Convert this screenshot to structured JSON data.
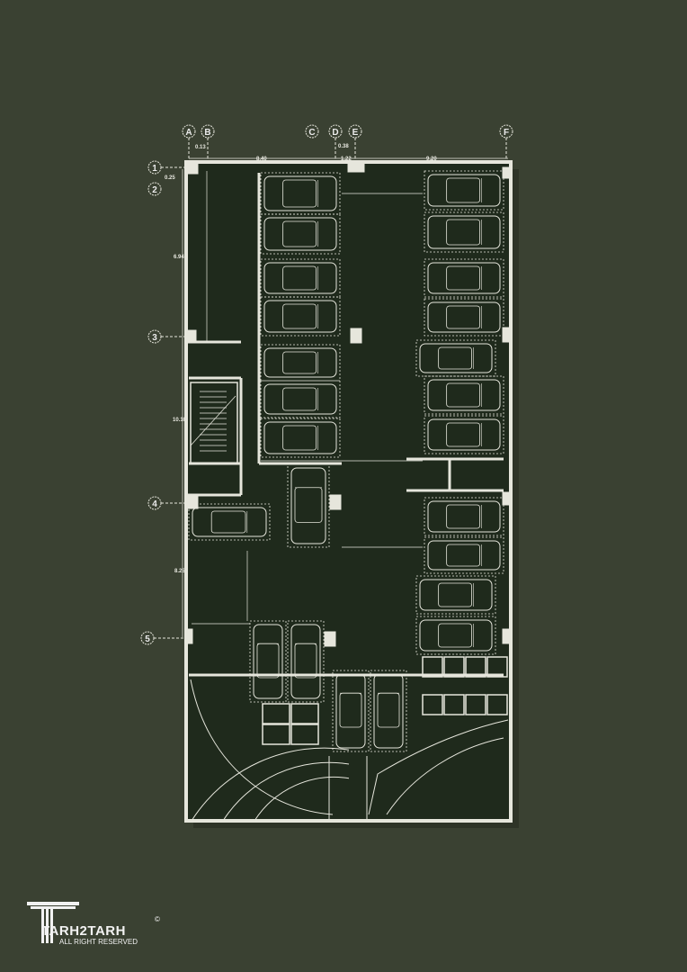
{
  "plan": {
    "grid_columns": [
      "A",
      "B",
      "C",
      "D",
      "E",
      "F"
    ],
    "grid_rows": [
      "1",
      "2",
      "3",
      "4",
      "5"
    ],
    "top_dimensions": {
      "a_b": "0.13",
      "b_c": "8.40",
      "c_d": "0.38",
      "d_e": "1.22",
      "e_f": "9.20"
    },
    "left_dimensions": {
      "r1_r2": "0.25",
      "r2_r3": "6.94",
      "r3_r4": "10.10",
      "r4_r5": "8.25"
    }
  },
  "logo": {
    "brand": "TARH2TARH",
    "tagline": "ALL RIGHT RESERVED",
    "copyright": "©"
  },
  "colors": {
    "background": "#3a4132",
    "floor": "#1f2a1c",
    "lines": "#e6e6dc"
  }
}
